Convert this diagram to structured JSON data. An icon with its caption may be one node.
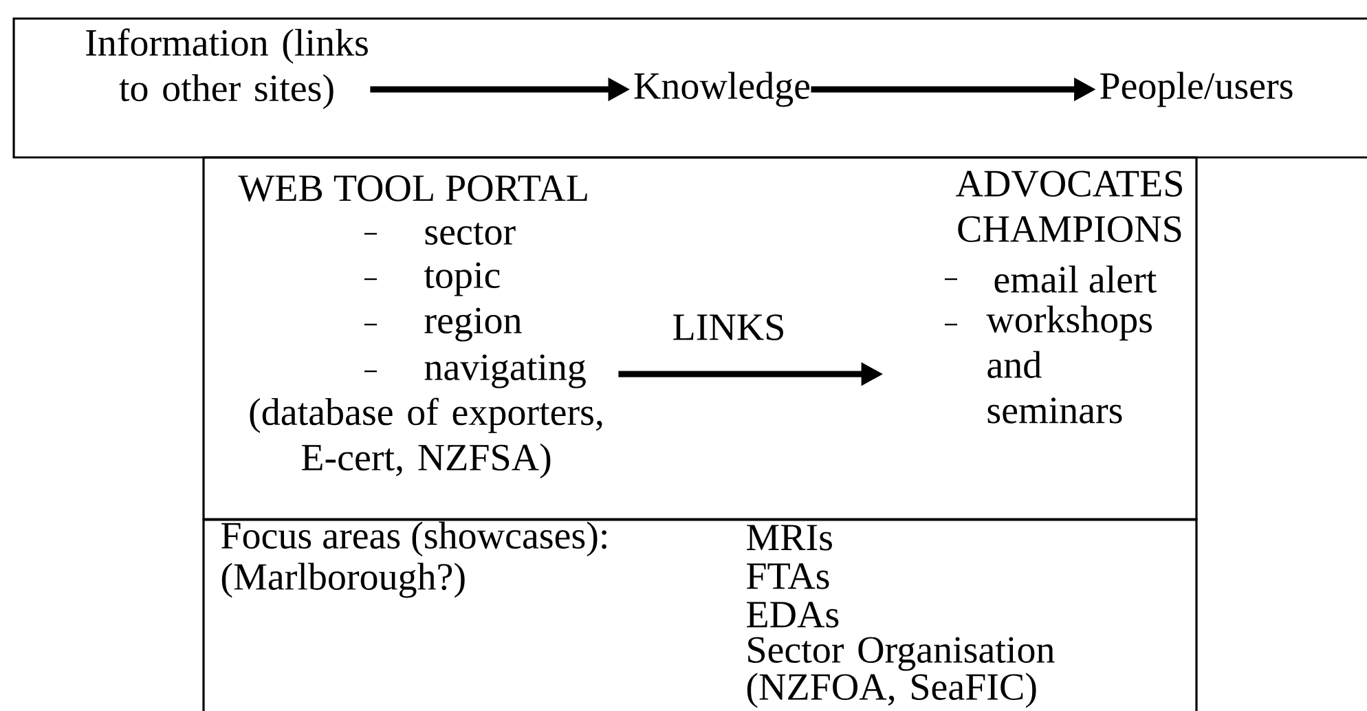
{
  "diagram": {
    "nodes": [
      {
        "text": [],
        "shape": "box"
      },
      {
        "text": [
          "Information (links to other sites)"
        ],
        "in": 0
      },
      {
        "text": [
          "Knowledge"
        ],
        "in": 0
      },
      {
        "text": [
          "People/users"
        ],
        "in": 0
      },
      {
        "text": [],
        "shape": "box"
      },
      {
        "text": [
          "WEB TOOL PORTAL",
          "sector",
          "topic",
          "region",
          "navigating",
          "(database of exporters, E-cert, NZFSA)"
        ],
        "in": 4
      },
      {
        "text": [
          "ADVOCATES CHAMPIONS",
          "email alert",
          "workshops and seminars"
        ],
        "in": 4
      },
      {
        "text": [
          "Focus areas (showcases):",
          "(Marlborough?)",
          "MRIs",
          "FTAs",
          "EDAs",
          "Sector Organisation (NZFOA, SeaFIC)"
        ]
      }
    ],
    "edges": [
      {
        "from": 1,
        "to": 2,
        "arrow": "to"
      },
      {
        "from": 2,
        "to": 3,
        "arrow": "to"
      },
      {
        "from": 5,
        "to": 6,
        "arrow": "to",
        "label": "LINKS"
      }
    ]
  }
}
